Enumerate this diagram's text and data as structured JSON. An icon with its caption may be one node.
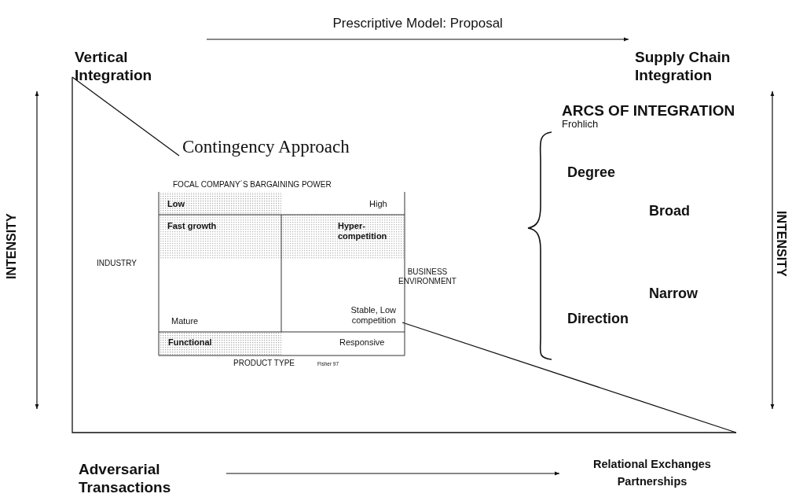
{
  "diagram": {
    "nodes": [
      {
        "text": [
          "Vertical Integration"
        ]
      },
      {
        "text": [
          "Supply Chain Integration"
        ]
      },
      {
        "text": [
          "Adversarial Transactions"
        ]
      },
      {
        "text": [
          "Relational Exchanges Partnerships"
        ]
      }
    ],
    "edges": [
      {
        "from": 0,
        "to": 1,
        "arrow": "to",
        "label": "Prescriptive Model: Proposal"
      },
      {
        "from": 2,
        "to": 3,
        "arrow": "to"
      }
    ],
    "labels": [
      "ARCS OF INTEGRATION",
      "Frohlich",
      "Contingency Approach",
      "FOCAL COMPANY´S BARGAINING POWER",
      "INTENSITY",
      "Degree",
      "INTENSITY",
      "Low",
      "High",
      "Fast growth",
      "Hyper-competition",
      "INDUSTRY",
      "Broad",
      "BUSINESS ENVIRONMENT",
      "Mature",
      "Stable, Low competition",
      "Narrow",
      "Direction",
      "Functional",
      "Responsive",
      "PRODUCT TYPE",
      "Fisher 97"
    ]
  }
}
